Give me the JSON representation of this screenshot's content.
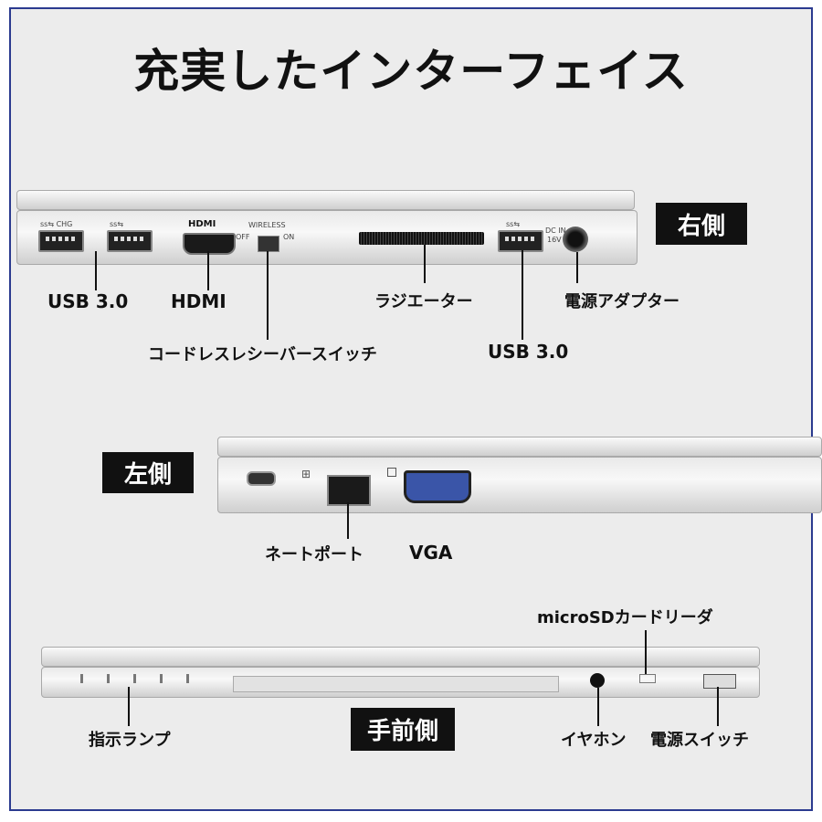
{
  "title": "充実したインターフェイス",
  "right_side": {
    "badge": "右側",
    "port_markings": {
      "usb_chg": "ss⇆ CHG",
      "usb": "ss⇆",
      "hdmi": "HDMI",
      "wireless": "WIRELESS",
      "off": "OFF",
      "on": "ON",
      "dc_in": "DC IN",
      "voltage": "16V"
    },
    "labels": {
      "usb1": "USB 3.0",
      "hdmi": "HDMI",
      "switch": "コードレスレシーバースイッチ",
      "radiator": "ラジエーター",
      "usb2": "USB 3.0",
      "power_adapter": "電源アダプター"
    }
  },
  "left_side": {
    "badge": "左側",
    "labels": {
      "lan": "ネートポート",
      "vga": "VGA"
    },
    "vga_color": "#3a55a8"
  },
  "front_side": {
    "badge": "手前側",
    "labels": {
      "microsd": "microSDカードリーダ",
      "lamps": "指示ランプ",
      "earphone": "イヤホン",
      "power_switch": "電源スイッチ"
    }
  },
  "colors": {
    "frame": "#2b3a8f",
    "background": "#ececec",
    "badge": "#111111"
  }
}
